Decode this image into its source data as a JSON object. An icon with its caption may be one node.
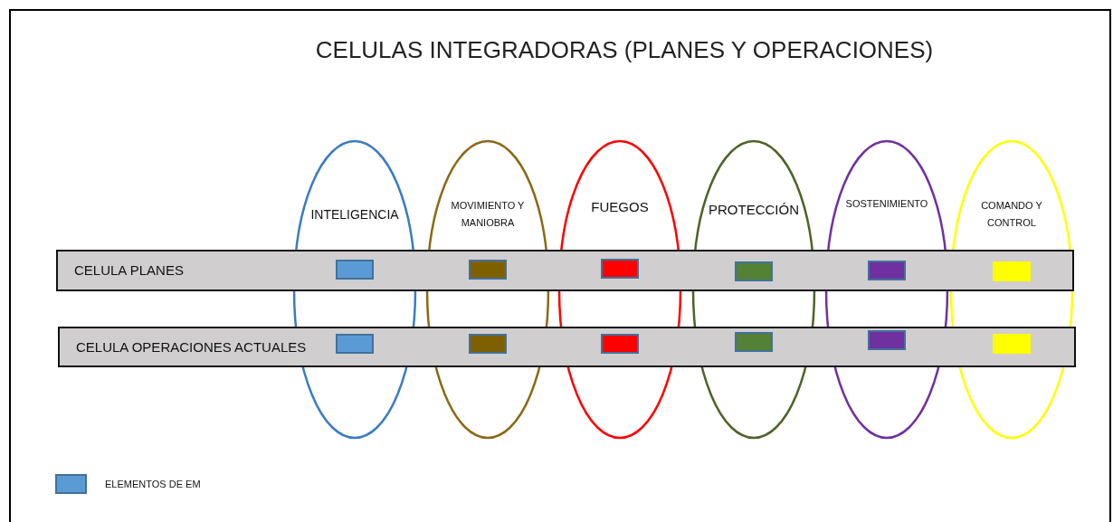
{
  "diagram": {
    "title": "CELULAS INTEGRADORAS (PLANES Y OPERACIONES)",
    "nodes": [
      {
        "text": [
          "INTELIGENCIA"
        ]
      },
      {
        "text": [
          "MOVIMIENTO Y MANIOBRA"
        ]
      },
      {
        "text": [
          "FUEGOS"
        ]
      },
      {
        "text": [
          "PROTECCIÓN"
        ]
      },
      {
        "text": [
          "SOSTENIMIENTO"
        ]
      },
      {
        "text": [
          "COMANDO Y CONTROL"
        ]
      },
      {
        "text": [
          "CELULA PLANES"
        ]
      },
      {
        "text": [
          "CELULA OPERACIONES ACTUALES"
        ]
      },
      {
        "text": [],
        "shape": "box"
      },
      {
        "text": [],
        "shape": "box"
      },
      {
        "text": [],
        "shape": "box"
      },
      {
        "text": [],
        "shape": "box"
      },
      {
        "text": [],
        "shape": "box"
      },
      {
        "text": [],
        "shape": "box"
      },
      {
        "text": [],
        "shape": "box"
      },
      {
        "text": [],
        "shape": "box"
      },
      {
        "text": [],
        "shape": "box"
      },
      {
        "text": [],
        "shape": "box"
      },
      {
        "text": [],
        "shape": "box"
      },
      {
        "text": [],
        "shape": "box"
      }
    ],
    "edges": [],
    "legend": [
      {
        "text": "ELEMENTOS DE EM",
        "color": "#5b9bd5"
      }
    ]
  }
}
